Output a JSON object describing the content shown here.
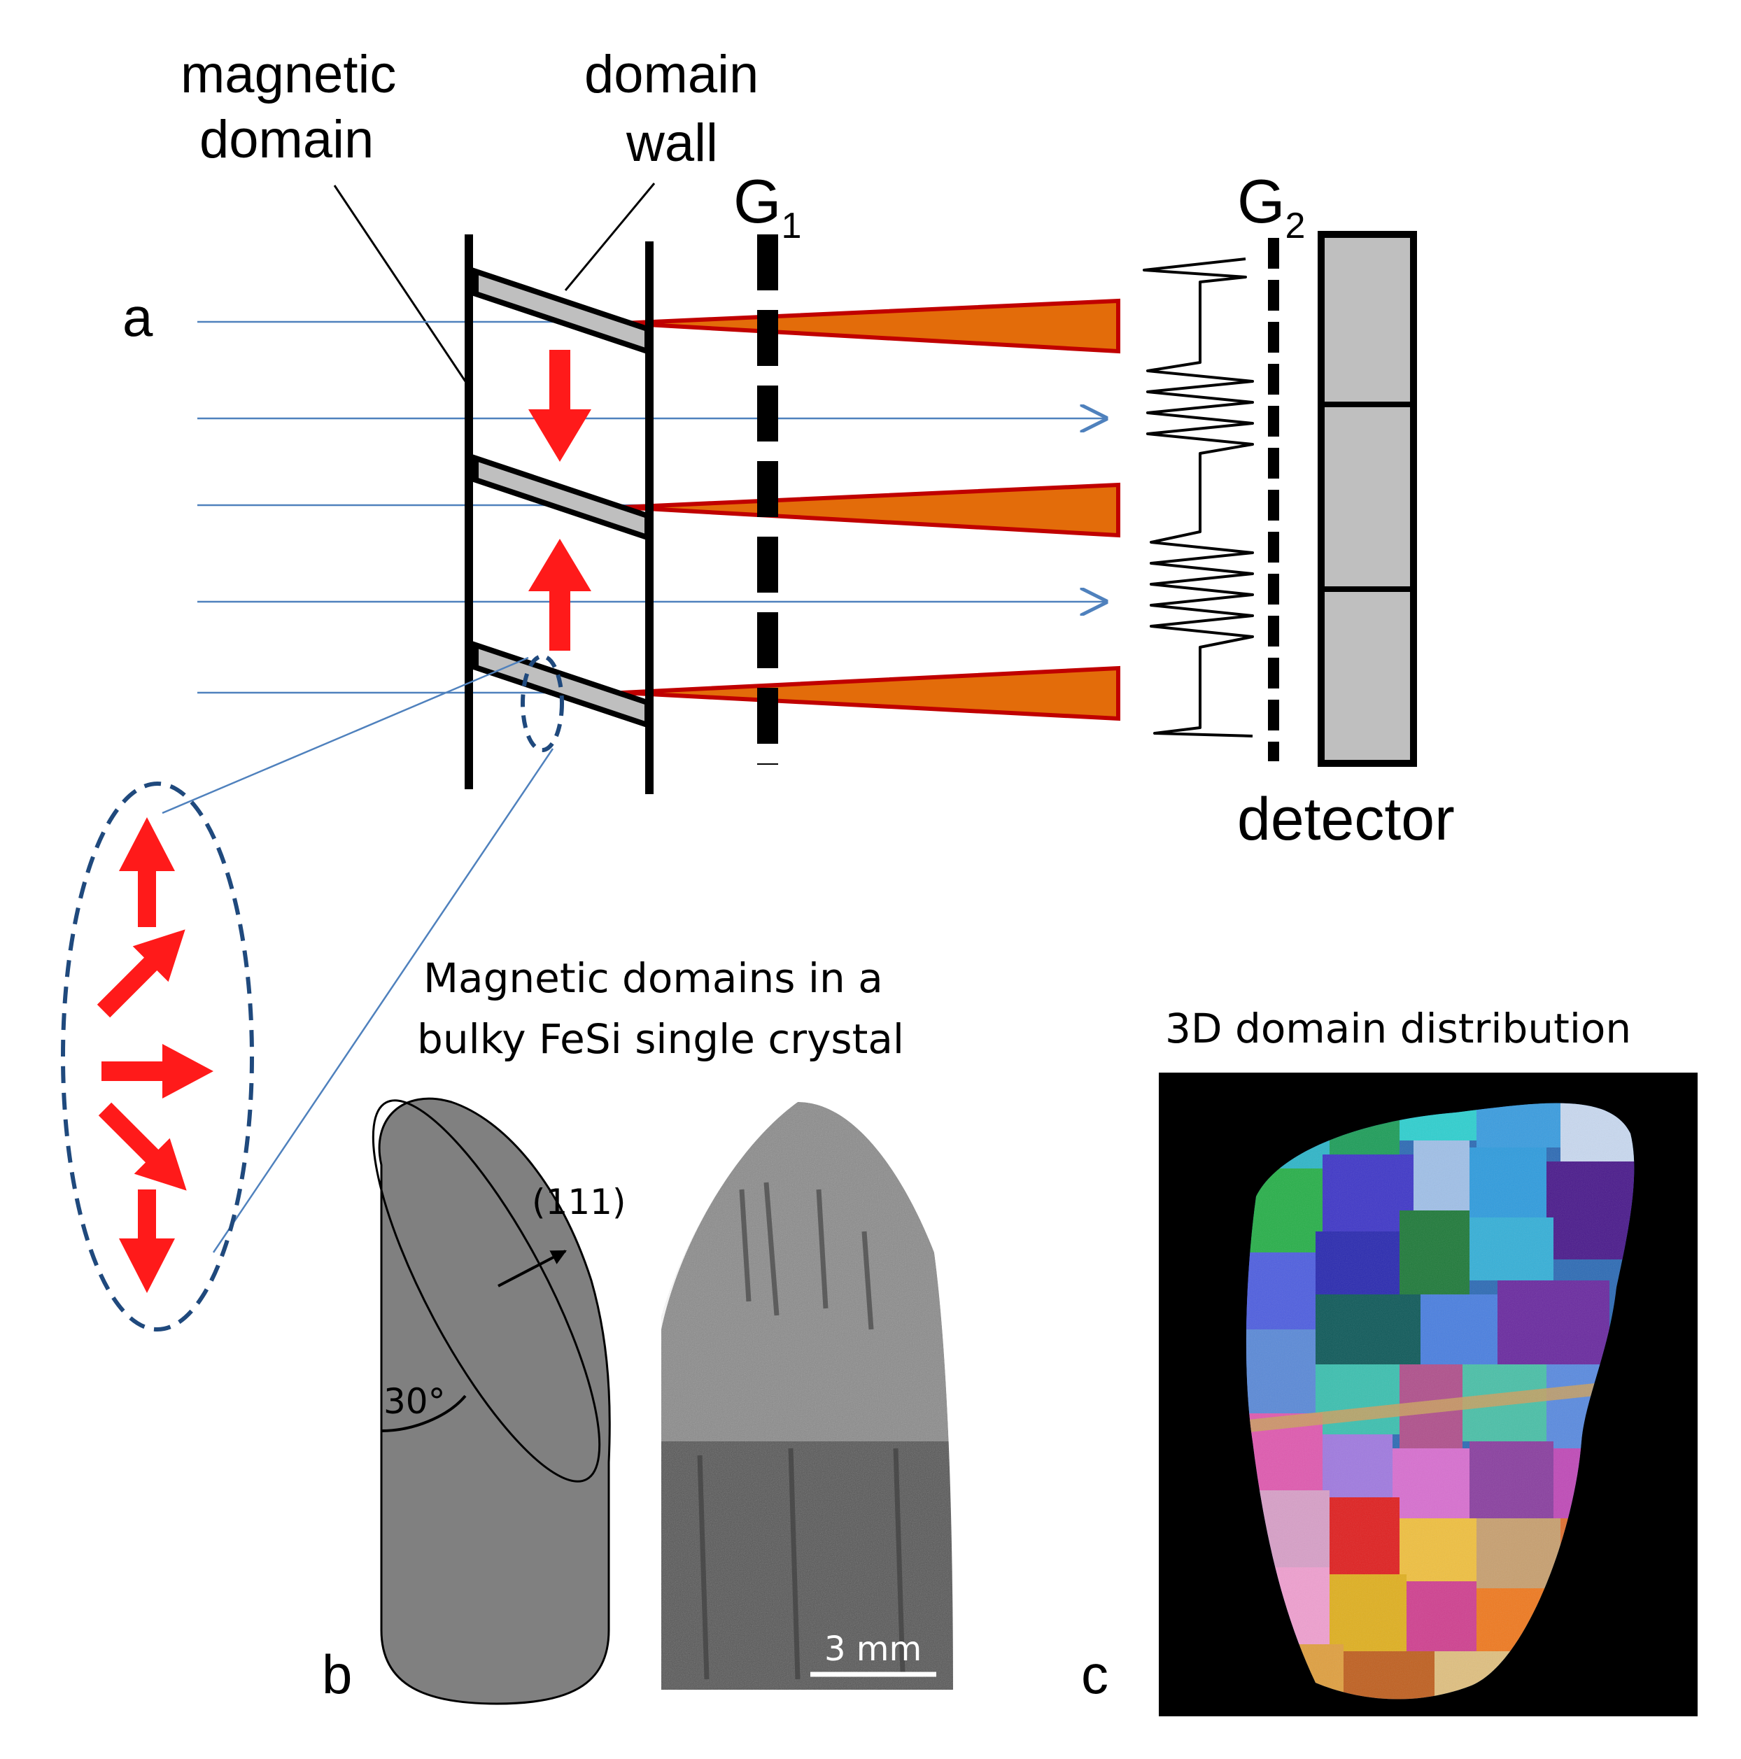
{
  "panel_a": {
    "label": "a",
    "magnetic_domain_line1": "magnetic",
    "magnetic_domain_line2": "domain",
    "domain_wall_line1": "domain",
    "domain_wall_line2": "wall",
    "grating1": "G",
    "grating1_sub": "1",
    "grating2": "G",
    "grating2_sub": "2",
    "detector": "detector"
  },
  "panel_b": {
    "label": "b",
    "title_line1": "Magnetic domains in a",
    "title_line2": "bulky FeSi single crystal",
    "plane": "(111)",
    "angle": "30°",
    "scale_bar": "3 mm"
  },
  "panel_c": {
    "label": "c",
    "title": "3D domain distribution"
  },
  "colors": {
    "beam": "#4f81bd",
    "arrow": "#ff1a1a",
    "refraction_fill": "#e36c0a",
    "refraction_edge": "#c00000",
    "wall_fill": "#bfbfbf",
    "ellipse": "#1f497d",
    "detector_fill": "#bfbfbf",
    "sample_fill": "#808080"
  }
}
